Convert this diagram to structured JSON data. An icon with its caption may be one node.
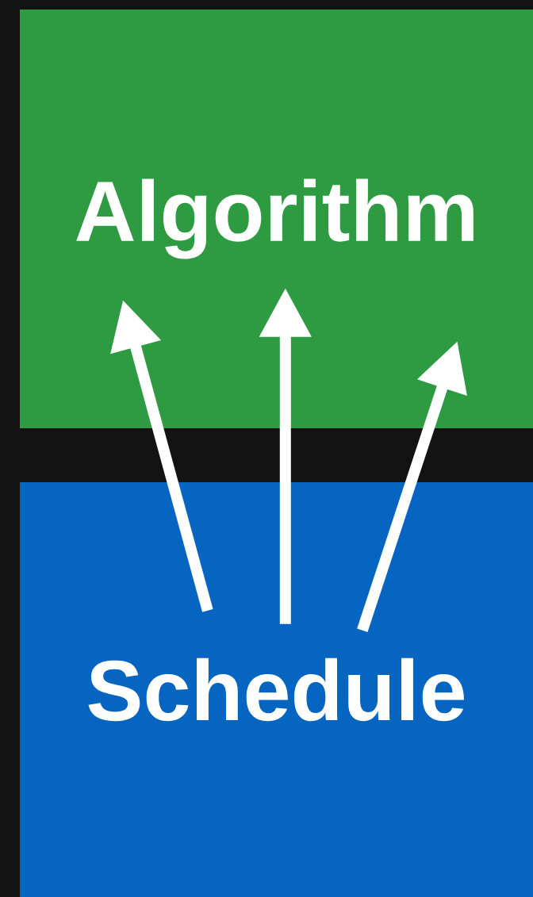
{
  "diagram": {
    "nodes": [
      {
        "text": [
          "Algorithm"
        ]
      },
      {
        "text": [
          "Schedule"
        ]
      }
    ],
    "edges": [
      {
        "from": 1,
        "to": 0,
        "arrow": "to"
      },
      {
        "from": 1,
        "to": 0,
        "arrow": "to"
      },
      {
        "from": 1,
        "to": 0,
        "arrow": "to"
      }
    ]
  }
}
